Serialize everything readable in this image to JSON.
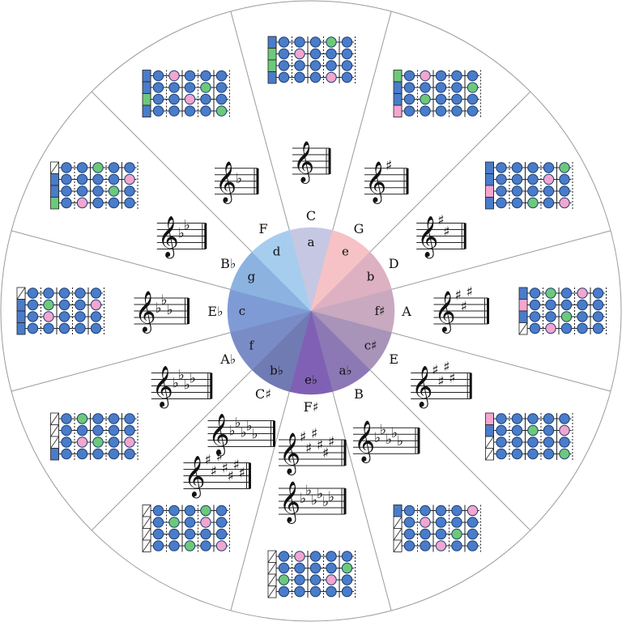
{
  "colors": {
    "blue": "#4a7cc9",
    "pink": "#f3a6cf",
    "green": "#6dc97a",
    "stroke": "#1a3e73",
    "ring": "#9a9a9a"
  },
  "circle_of_fifths": [
    {
      "major": "C",
      "minor": "a",
      "signature": {
        "type": "natural",
        "count": 0
      },
      "color": "#c6c7e2"
    },
    {
      "major": "G",
      "minor": "e",
      "signature": {
        "type": "sharp",
        "count": 1
      },
      "color": "#f6c2c6"
    },
    {
      "major": "D",
      "minor": "b",
      "signature": {
        "type": "sharp",
        "count": 2
      },
      "color": "#ddb0c2"
    },
    {
      "major": "A",
      "minor": "f♯",
      "signature": {
        "type": "sharp",
        "count": 3
      },
      "color": "#c9a9bf"
    },
    {
      "major": "E",
      "minor": "c♯",
      "signature": {
        "type": "sharp",
        "count": 4
      },
      "color": "#a893b9"
    },
    {
      "major": "B",
      "minor": "a♭",
      "signature": {
        "type": "flat",
        "count": 5
      },
      "color": "#8d78b6"
    },
    {
      "major": "F♯",
      "minor": "e♭",
      "signature": {
        "type": "both",
        "sharps": 6,
        "flats": 6
      },
      "color": "#8060b4"
    },
    {
      "major": "C♯",
      "minor": "b♭",
      "signature": {
        "type": "both",
        "flats": 5,
        "sharps": 7
      },
      "color": "#707bb4"
    },
    {
      "major": "A♭",
      "minor": "f",
      "signature": {
        "type": "flat",
        "count": 4
      },
      "color": "#7a8cc6"
    },
    {
      "major": "E♭",
      "minor": "c",
      "signature": {
        "type": "flat",
        "count": 3
      },
      "color": "#7f9bd5"
    },
    {
      "major": "B♭",
      "minor": "g",
      "signature": {
        "type": "flat",
        "count": 2
      },
      "color": "#8cb2e0"
    },
    {
      "major": "F",
      "minor": "d",
      "signature": {
        "type": "flat",
        "count": 1
      },
      "color": "#a6cdee"
    }
  ],
  "fretboards": [
    {
      "key": "C",
      "rows": [
        [
          "B",
          "B",
          "B",
          "G",
          "B"
        ],
        [
          "B",
          "P",
          "B",
          "B",
          "B"
        ],
        [
          "B",
          "B",
          "B",
          "B",
          "B"
        ],
        [
          "B",
          "B",
          "B",
          "P",
          "B"
        ]
      ],
      "bars": [
        "blue",
        "green",
        "green",
        "blue"
      ]
    },
    {
      "key": "G",
      "rows": [
        [
          "B",
          "P",
          "B",
          "B",
          "B"
        ],
        [
          "B",
          "B",
          "B",
          "B",
          "G"
        ],
        [
          "B",
          "G",
          "B",
          "B",
          "B"
        ],
        [
          "B",
          "B",
          "B",
          "B",
          "B"
        ]
      ],
      "bars": [
        "green",
        "blue",
        "blue",
        "pink"
      ]
    },
    {
      "key": "D",
      "rows": [
        [
          "B",
          "B",
          "B",
          "B",
          "G"
        ],
        [
          "B",
          "B",
          "B",
          "P",
          "B"
        ],
        [
          "B",
          "B",
          "B",
          "B",
          "B"
        ],
        [
          "B",
          "B",
          "G",
          "B",
          "P"
        ]
      ],
      "bars": [
        "blue",
        "blue",
        "pink",
        "blue"
      ]
    },
    {
      "key": "A",
      "rows": [
        [
          "B",
          "G",
          "B",
          "P",
          "B"
        ],
        [
          "B",
          "B",
          "B",
          "B",
          "B"
        ],
        [
          "B",
          "B",
          "G",
          "B",
          "B"
        ],
        [
          "B",
          "P",
          "B",
          "B",
          "B"
        ]
      ],
      "bars": [
        "blue",
        "pink",
        "blue",
        "hatch"
      ]
    },
    {
      "key": "E",
      "rows": [
        [
          "B",
          "B",
          "B",
          "B",
          "B"
        ],
        [
          "B",
          "B",
          "G",
          "B",
          "P"
        ],
        [
          "B",
          "B",
          "B",
          "B",
          "B"
        ],
        [
          "B",
          "B",
          "B",
          "B",
          "G"
        ]
      ],
      "bars": [
        "pink",
        "blue",
        "hatch",
        "hatch"
      ]
    },
    {
      "key": "B",
      "rows": [
        [
          "B",
          "B",
          "B",
          "B",
          "P"
        ],
        [
          "B",
          "P",
          "B",
          "B",
          "B"
        ],
        [
          "B",
          "B",
          "B",
          "G",
          "B"
        ],
        [
          "B",
          "B",
          "P",
          "B",
          "B"
        ]
      ],
      "bars": [
        "blue",
        "hatch",
        "hatch",
        "hatch"
      ]
    },
    {
      "key": "F♯",
      "rows": [
        [
          "B",
          "P",
          "B",
          "B",
          "B"
        ],
        [
          "B",
          "B",
          "B",
          "B",
          "G"
        ],
        [
          "G",
          "B",
          "B",
          "P",
          "B"
        ],
        [
          "B",
          "B",
          "B",
          "B",
          "B"
        ]
      ],
      "bars": [
        "hatch",
        "hatch",
        "hatch",
        "hatch"
      ]
    },
    {
      "key": "C♯",
      "rows": [
        [
          "B",
          "B",
          "B",
          "G",
          "B"
        ],
        [
          "B",
          "G",
          "B",
          "P",
          "B"
        ],
        [
          "B",
          "B",
          "B",
          "B",
          "B"
        ],
        [
          "B",
          "B",
          "G",
          "B",
          "P"
        ]
      ],
      "bars": [
        "hatch",
        "hatch",
        "hatch",
        "hatch"
      ]
    },
    {
      "key": "A♭",
      "rows": [
        [
          "B",
          "G",
          "B",
          "B",
          "B"
        ],
        [
          "B",
          "B",
          "B",
          "B",
          "B"
        ],
        [
          "B",
          "P",
          "G",
          "B",
          "P"
        ],
        [
          "B",
          "B",
          "B",
          "B",
          "B"
        ]
      ],
      "bars": [
        "hatch",
        "hatch",
        "hatch",
        "blue"
      ]
    },
    {
      "key": "E♭",
      "rows": [
        [
          "B",
          "B",
          "B",
          "B",
          "B"
        ],
        [
          "B",
          "G",
          "B",
          "B",
          "P"
        ],
        [
          "B",
          "P",
          "B",
          "B",
          "B"
        ],
        [
          "B",
          "B",
          "B",
          "B",
          "B"
        ]
      ],
      "bars": [
        "hatch",
        "blue",
        "blue",
        "blue"
      ]
    },
    {
      "key": "B♭",
      "rows": [
        [
          "B",
          "B",
          "G",
          "B",
          "B"
        ],
        [
          "B",
          "B",
          "B",
          "B",
          "P"
        ],
        [
          "B",
          "B",
          "B",
          "G",
          "B"
        ],
        [
          "B",
          "P",
          "B",
          "B",
          "B"
        ]
      ],
      "bars": [
        "hatch",
        "blue",
        "blue",
        "green"
      ]
    },
    {
      "key": "F",
      "rows": [
        [
          "B",
          "P",
          "B",
          "B",
          "B"
        ],
        [
          "B",
          "B",
          "B",
          "G",
          "B"
        ],
        [
          "B",
          "B",
          "P",
          "B",
          "B"
        ],
        [
          "B",
          "B",
          "B",
          "B",
          "G"
        ]
      ],
      "bars": [
        "blue",
        "blue",
        "green",
        "blue"
      ]
    }
  ]
}
